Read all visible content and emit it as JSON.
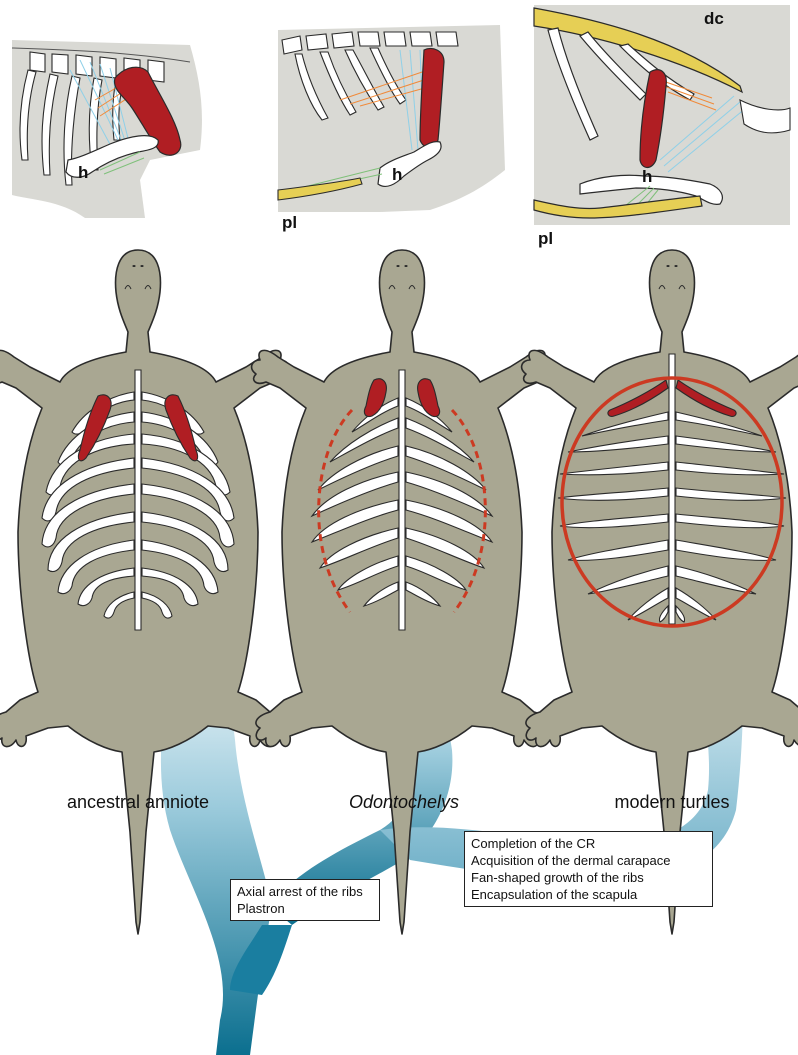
{
  "panels": [
    {
      "id": "ancestral",
      "labels": [
        "h"
      ]
    },
    {
      "id": "odontochelys",
      "labels": [
        "h",
        "pl"
      ]
    },
    {
      "id": "modern",
      "labels": [
        "h",
        "dc",
        "pl"
      ]
    }
  ],
  "taxa": [
    "ancestral amniote",
    "Odontochelys",
    "modern turtles"
  ],
  "node_boxes": [
    {
      "lines": [
        "Axial arrest of the ribs",
        "Plastron"
      ]
    },
    {
      "lines": [
        "Completion of the CR",
        "Acquisition of the dermal carapace",
        "Fan-shaped growth of the ribs",
        "Encapsulation of the scapula"
      ]
    }
  ],
  "colors": {
    "body": "#a9a792",
    "outline": "#2b2b2b",
    "bone": "#ffffff",
    "scapula": "#b01e23",
    "carapace_ring": "#cc3a22",
    "plastron": "#e6cf55",
    "background_tissue": "#d9d9d4",
    "tree_dark": "#0b6f8f",
    "tree_light": "#ffffff",
    "muscle_blue": "#8fd0e8",
    "muscle_orange": "#f08a3a",
    "muscle_green": "#7fc07a"
  }
}
